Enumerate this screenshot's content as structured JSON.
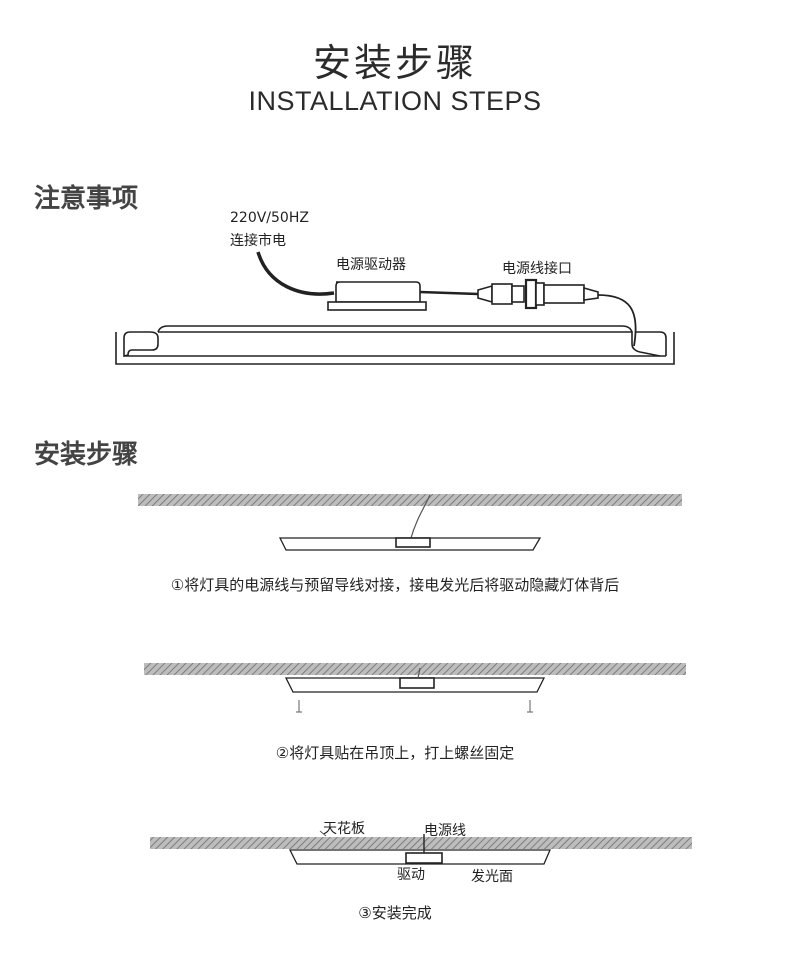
{
  "header": {
    "title_cn": "安装步骤",
    "title_en": "INSTALLATION STEPS"
  },
  "notes": {
    "heading": "注意事项",
    "voltage_line1": "220V/50HZ",
    "voltage_line2": "连接市电",
    "driver_label": "电源驱动器",
    "connector_label": "电源线接口"
  },
  "steps": {
    "heading": "安装步骤",
    "step1_caption": "①将灯具的电源线与预留导线对接，接电发光后将驱动隐藏灯体背后",
    "step2_caption": "②将灯具贴在吊顶上，打上螺丝固定",
    "step3": {
      "ceiling_label": "天花板",
      "cable_label": "电源线",
      "driver_label": "驱动",
      "emit_label": "发光面",
      "caption": "③安装完成"
    }
  }
}
